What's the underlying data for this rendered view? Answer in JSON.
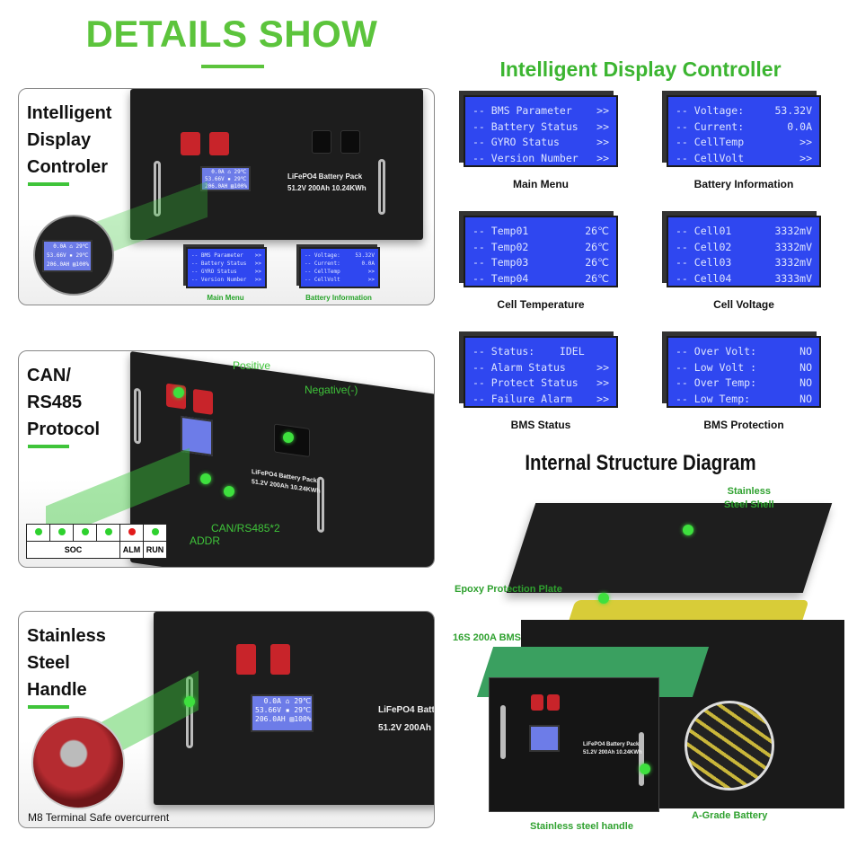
{
  "header": {
    "title": "DETAILS SHOW"
  },
  "panels": [
    {
      "label_lines": [
        "Intelligent",
        "Display",
        "Controler"
      ],
      "pack_text": [
        "LiFePO4 Battery Pack",
        "51.2V 200Ah 10.24KWh"
      ],
      "lcd": [
        "  0.0A ⌂ 29℃",
        "53.66V ▪ 29℃",
        "206.0AH ▤100%"
      ],
      "mini_screens": [
        {
          "caption": "Main Menu",
          "rows": [
            [
              "-- BMS Parameter",
              ">>"
            ],
            [
              "-- Battery Status",
              ">>"
            ],
            [
              "-- GYRO Status",
              ">>"
            ],
            [
              "-- Version Number",
              ">>"
            ]
          ]
        },
        {
          "caption": "Battery Information",
          "rows": [
            [
              "-- Voltage:",
              "53.32V"
            ],
            [
              "-- Current:",
              "0.0A"
            ],
            [
              "-- CellTemp",
              ">>"
            ],
            [
              "-- CellVolt",
              ">>"
            ]
          ]
        }
      ]
    },
    {
      "label_lines": [
        "CAN/",
        "RS485",
        "Protocol"
      ],
      "pack_text": [
        "LiFePO4 Battery Pack",
        "51.2V 200Ah 10.24KWh"
      ],
      "callouts": {
        "positive": "Positive",
        "negative": "Negative(-)",
        "addr": "ADDR",
        "can": "CAN/RS485*2"
      },
      "led_table": {
        "soc": "SOC",
        "alm": "ALM",
        "run": "RUN",
        "colors": [
          "#2ed12e",
          "#2ed12e",
          "#2ed12e",
          "#2ed12e",
          "#e21b1b",
          "#2ed12e"
        ]
      }
    },
    {
      "label_lines": [
        "Stainless",
        "Steel",
        "Handle"
      ],
      "pack_text": [
        "LiFePO4 Batt",
        "51.2V 200Ah"
      ],
      "lcd": [
        "  0.0A ⌂ 29℃",
        "53.66V ▪ 29℃",
        "206.0AH ▤100%"
      ],
      "caption": "M8 Terminal Safe overcurrent"
    }
  ],
  "controller": {
    "title": "Intelligent Display Controller",
    "screens": [
      {
        "caption": "Main Menu",
        "rows": [
          [
            "-- BMS Parameter",
            ">>"
          ],
          [
            "-- Battery Status",
            ">>"
          ],
          [
            "-- GYRO Status",
            ">>"
          ],
          [
            "-- Version Number",
            ">>"
          ]
        ]
      },
      {
        "caption": "Battery Information",
        "rows": [
          [
            "-- Voltage:",
            "53.32V"
          ],
          [
            "-- Current:",
            "0.0A"
          ],
          [
            "-- CellTemp",
            ">>"
          ],
          [
            "-- CellVolt",
            ">>"
          ]
        ]
      },
      {
        "caption": "Cell Temperature",
        "rows": [
          [
            "-- Temp01",
            "26℃"
          ],
          [
            "-- Temp02",
            "26℃"
          ],
          [
            "-- Temp03",
            "26℃"
          ],
          [
            "-- Temp04",
            "26℃"
          ]
        ]
      },
      {
        "caption": "Cell Voltage",
        "rows": [
          [
            "-- Cell01",
            "3332mV"
          ],
          [
            "-- Cell02",
            "3332mV"
          ],
          [
            "-- Cell03",
            "3332mV"
          ],
          [
            "-- Cell04",
            "3333mV"
          ]
        ]
      },
      {
        "caption": "BMS Status",
        "rows": [
          [
            "-- Status:    IDEL",
            ""
          ],
          [
            "-- Alarm Status",
            ">>"
          ],
          [
            "-- Protect Status",
            ">>"
          ],
          [
            "-- Failure Alarm",
            ">>"
          ]
        ]
      },
      {
        "caption": "BMS Protection",
        "rows": [
          [
            "-- Over Volt:",
            "NO"
          ],
          [
            "-- Low Volt :",
            "NO"
          ],
          [
            "-- Over Temp:",
            "NO"
          ],
          [
            "-- Low Temp:",
            "NO"
          ]
        ]
      }
    ]
  },
  "structure": {
    "title": "Internal Structure Diagram",
    "labels": {
      "shell": "Stainless\nSteel Shell",
      "epoxy": "Epoxy Protection Plate",
      "bms": "16S 200A BMS",
      "handle": "Stainless steel handle",
      "battery": "A-Grade Battery"
    },
    "pack_text": [
      "LiFePO4 Battery Pack",
      "51.2V 200Ah 10.24KWh"
    ]
  },
  "colors": {
    "accent_green": "#5cc43c",
    "lcd_blue": "#2f47f0",
    "terminal_red": "#c8242a"
  }
}
